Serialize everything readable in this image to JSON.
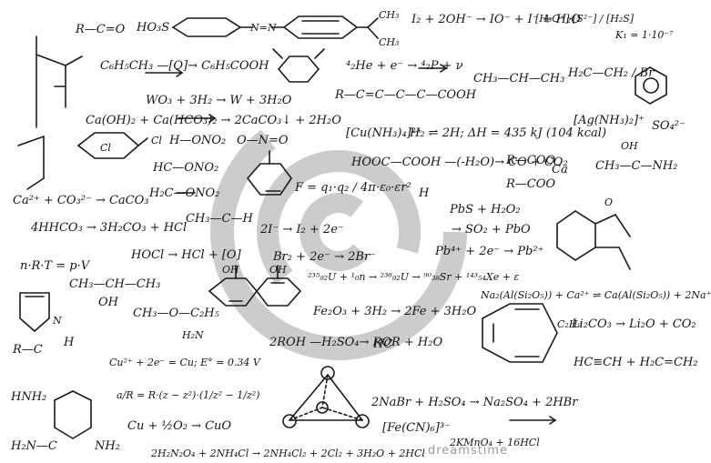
{
  "image": {
    "watermark": "dreamstime",
    "background": "#ffffff",
    "ink_color": "#161616",
    "watermark_color": "#b8b8b8"
  },
  "formulas": {
    "r1_c1": "R—C=O",
    "r1_hoc": "HO₃S",
    "r1_azo": "N=N",
    "r1_ch3_top": "CH₃",
    "r1_ch3_bot": "CH₃",
    "r1_iodate": "I₂ + 2OH⁻ → IO⁻ + I⁻ + H₂O",
    "r1_keq": "[H₃O⁺]·[S²⁻] / [H₂S]",
    "r1_right": "K₁ = 1·10⁻⁷",
    "r2_benzoic": "C₆H₅CH₃ —[O]→ C₆H₅COOH",
    "r2_fuse": "⁴₂He + e⁻ → ⁴₂P + ν",
    "r2_propane": "CH₃—CH—CH₃",
    "r2_brom": "H₂C—CH₂ / Br",
    "r3_wo": "WO₃ + 3H₂ → W + 3H₂O",
    "r3_acid": "R—C=C—C—C—COOH",
    "r4_caco": "Ca(OH)₂ + Ca(HCO₃)₂ → 2CaCO₃↓ + 2H₂O",
    "r4_cu": "[Cu(NH₃)₄]²⁺",
    "r4_eq": "H₂ ⇌ 2H; ΔH = 435 kJ (104 kcal)",
    "r4_ag": "[Ag(NH₃)₂]⁺",
    "r4_so": "SO₄²⁻",
    "r5_ono": "H—ONO₂",
    "r5_nitro": "O—N=O",
    "r5_hooc": "HOOC—COOH —(-H₂O)→ CO + CO₂",
    "r5_rcoo": "R—COO",
    "r5_ca": "Ca",
    "r5_rcoo2": "R—COO",
    "r6_ono2": "HC—ONO₂",
    "r6_f": "F = q₁·q₂ / 4π·ε₀·εr²",
    "r6_ch3": "CH₃—C—NH₂",
    "r7_carb": "Ca²⁺ + CO₃²⁻ → CaCO₃",
    "r7_ono3": "H₂C—ONO₂",
    "r7_h": "H",
    "r7_pbs": "PbS + H₂O₂",
    "r8_hcl": "4HHCO₃ → 3H₂CO₃ + HCl",
    "r8_ch3c": "CH₃—C—H",
    "r8_i2": "2I⁻ → I₂ + 2e⁻",
    "r8_so2": "→ SO₂ + PbO",
    "r8_pb": "Pb⁴⁺ + 2e⁻ → Pb²⁺",
    "r9_gas": "n·R·T = p·V",
    "r9_hocl": "HOCl → HCl + [O]",
    "r9_br": "Br₂ + 2e⁻ → 2Br⁻",
    "r10_u": "²³⁵₉₂U + ¹₀n → ²³⁶₉₂U → ⁹⁰₃₈Sr + ¹⁴³₅₄Xe + ε",
    "r10_alum": "Na₂(Al(Si₂O₅)) + Ca²⁺ ⇌ Ca(Al(Si₂O₅)) + 2Na⁺",
    "r11_ch": "CH₃—CH—CH₃",
    "r11_oh": "OH",
    "r11_ether": "CH₃—O—C₂H₅",
    "r11_fe": "Fe₂O₃ + 3H₂ → 2Fe + 3H₂O",
    "r11_uco": "Li₂CO₃ → Li₂O + CO₂",
    "r12_roh": "2ROH —H₂SO₄→ ROR + H₂O",
    "r12_hc": "HC",
    "r12_c": "C₂H₅",
    "r12_hcl": "HC≡CH + H₂C=CH₂",
    "r13_rc": "R—C",
    "r13_h": "H",
    "r13_eq": "Cu²⁺ + 2e⁻ = Cu; E° = 0.34 V",
    "r13_x": "",
    "r14_nh": "HNH₂",
    "r14_a": "a/R = R·(z − z²)·(1/z² − 1/z²)",
    "r14_nabr": "2NaBr + H₂SO₄ → Na₂SO₄ + 2HBr",
    "r15_cu": "Cu + ½O₂ → CuO",
    "r15_fe": "[Fe(CN)₆]³⁻",
    "r15_cuo": "",
    "r16_nh2": "H₂N—C",
    "r16_nh": "NH₂",
    "r16_last": "2H₂N₂O₄ + 2NH₄Cl → 2NH₄Cl₂ + 2Cl₂ + 3H₂O + 2HCl",
    "r16_wm": "2KMnO₄ + 16HCl",
    "misc_oh1": "OH",
    "misc_oh2": "OH",
    "misc_h2n": "H₂N",
    "misc_n": "N",
    "misc_cl": "Cl",
    "misc_ci": "Cl",
    "misc_o": "O",
    "misc_oh3": "OH"
  }
}
